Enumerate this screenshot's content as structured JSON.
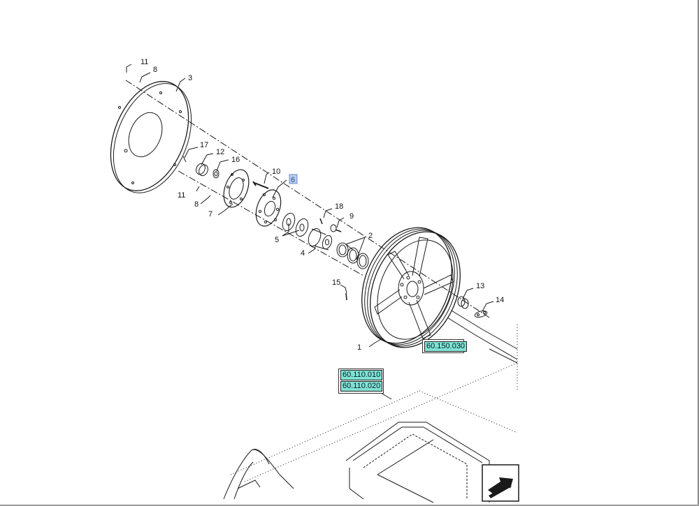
{
  "callouts": {
    "c11a": "11",
    "c8a": "8",
    "c3": "3",
    "c17": "17",
    "c12": "12",
    "c16": "16",
    "c10": "10",
    "c6": "6",
    "c11b": "11",
    "c8b": "8",
    "c7": "7",
    "c18": "18",
    "c9": "9",
    "c2": "2",
    "c5": "5",
    "c4": "4",
    "c15": "15",
    "c13": "13",
    "c14": "14",
    "c1": "1"
  },
  "refs": {
    "ref_150030": "60.150.030",
    "ref_110010": "60.110.010",
    "ref_110020": "60.110.020"
  },
  "colors": {
    "line": "#1a1a1a",
    "ref_fill": "#7fe3d3",
    "highlight": "#b8d0f0"
  },
  "icons": {
    "nav": "direction-arrow-icon"
  }
}
